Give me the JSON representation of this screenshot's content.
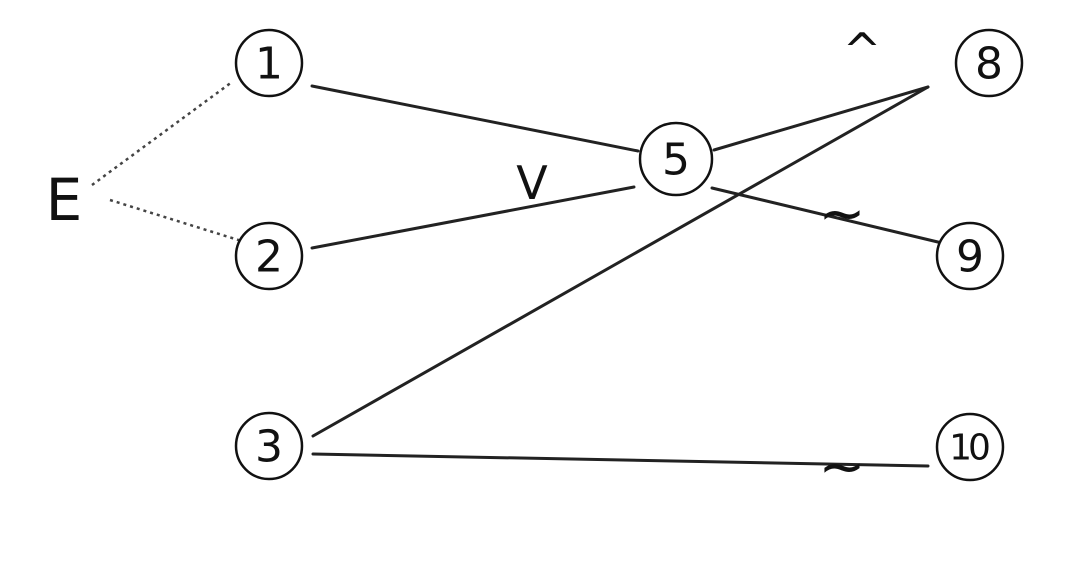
{
  "diagram": {
    "start_label": "E",
    "nodes": {
      "n1": "1",
      "n2": "2",
      "n3": "3",
      "n5": "5",
      "n8": "8",
      "n9": "9",
      "n10": "10"
    },
    "edge_marks": {
      "or_mark": "V",
      "and_mark": "^",
      "tilde_9": "~",
      "tilde_10": "~"
    }
  }
}
